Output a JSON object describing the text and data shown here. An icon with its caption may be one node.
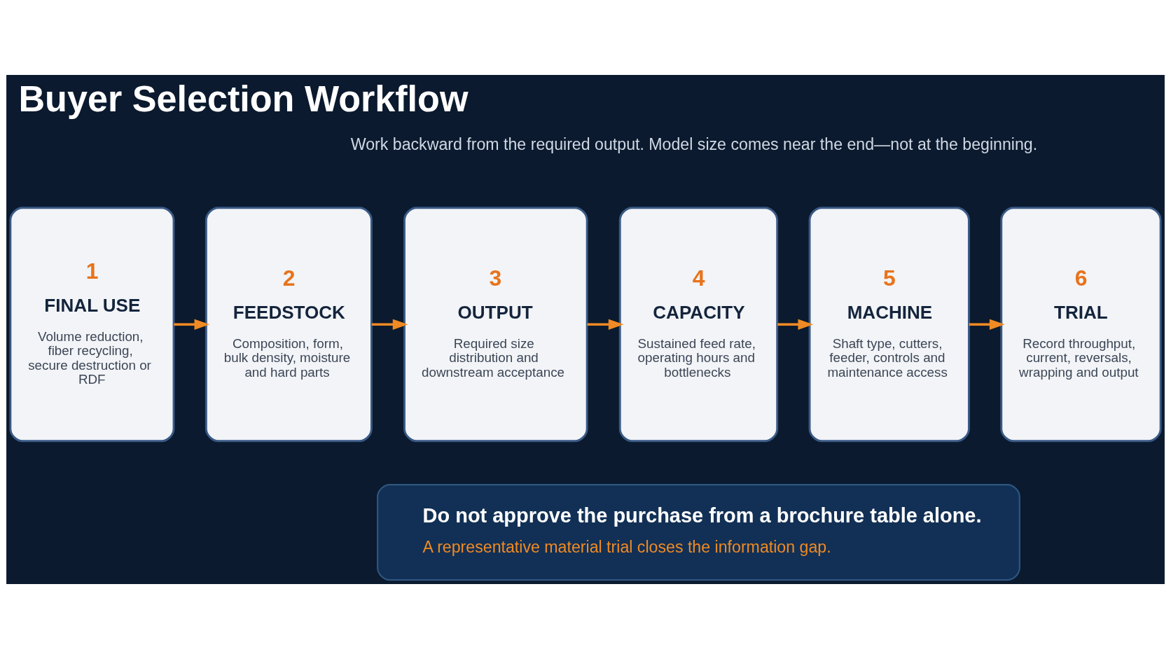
{
  "diagram": {
    "title": "Buyer Selection Workflow",
    "nodes": [
      {
        "text": [
          "1",
          "FINAL USE",
          "Volume reduction, fiber recycling, secure destruction or RDF"
        ]
      },
      {
        "text": [
          "2",
          "FEEDSTOCK",
          "Composition, form, bulk density, moisture and hard parts"
        ]
      },
      {
        "text": [
          "3",
          "OUTPUT",
          "Required size distribution and downstream acceptance"
        ]
      },
      {
        "text": [
          "4",
          "CAPACITY",
          "Sustained feed rate, operating hours and bottlenecks"
        ]
      },
      {
        "text": [
          "5",
          "MACHINE",
          "Shaft type, cutters, feeder, controls and maintenance access"
        ]
      },
      {
        "text": [
          "6",
          "TRIAL",
          "Record throughput, current, reversals, wrapping and output"
        ]
      },
      {
        "text": [
          "Do not approve the purchase from a brochure table alone.",
          "A representative material trial closes the information gap."
        ]
      }
    ],
    "edges": [
      {
        "from": 0,
        "to": 1,
        "arrow": "to"
      },
      {
        "from": 1,
        "to": 2,
        "arrow": "to"
      },
      {
        "from": 2,
        "to": 3,
        "arrow": "to"
      },
      {
        "from": 3,
        "to": 4,
        "arrow": "to"
      },
      {
        "from": 4,
        "to": 5,
        "arrow": "to"
      }
    ],
    "labels": [
      "Work backward from the required output. Model size comes near the end—not at the beginning."
    ]
  }
}
